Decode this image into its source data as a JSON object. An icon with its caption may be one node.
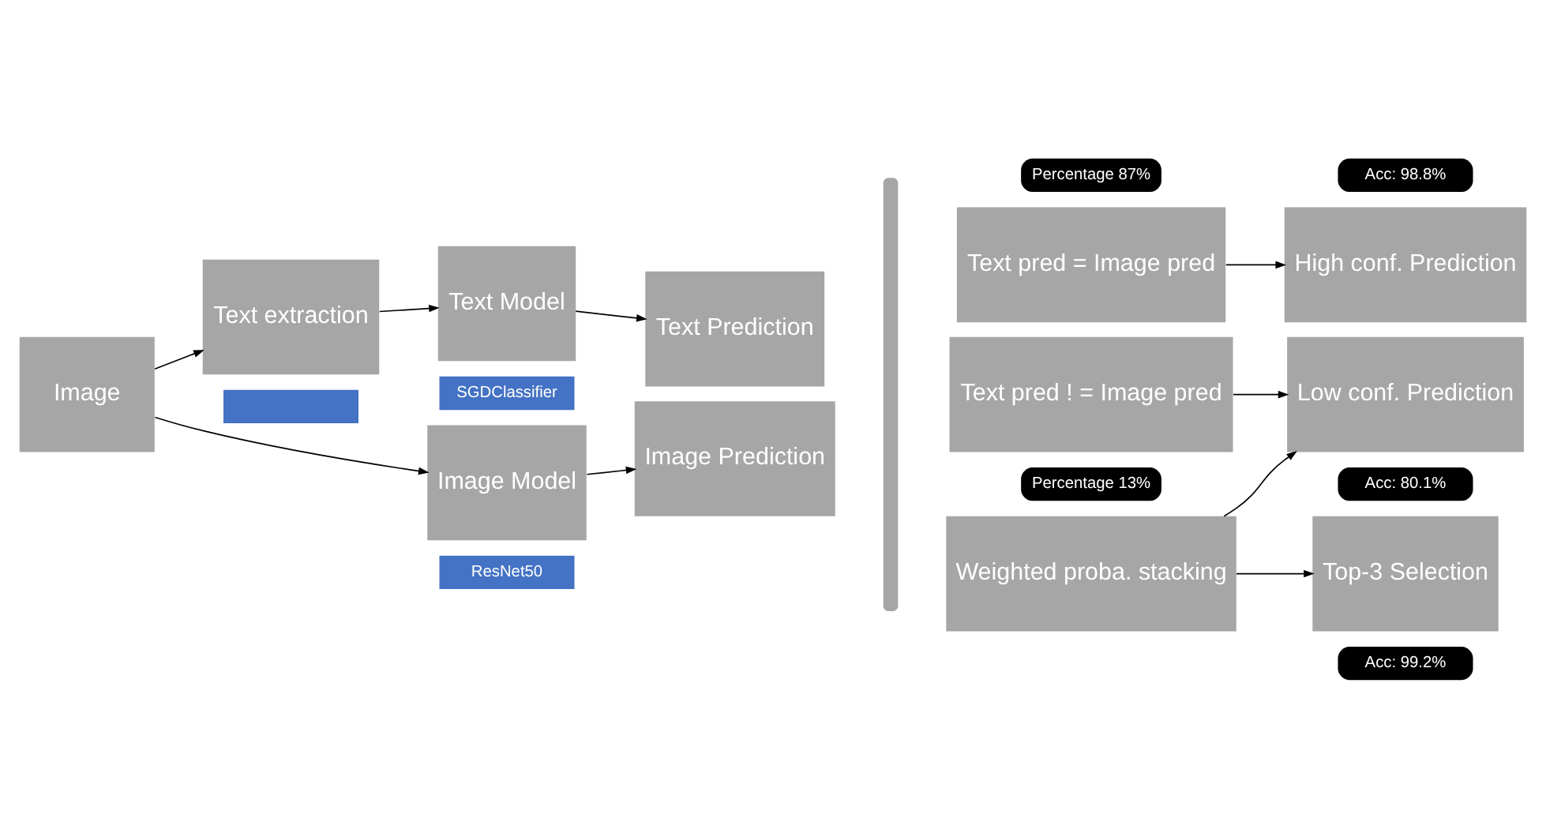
{
  "diagram": {
    "nodes": [
      {
        "text": [
          "Image"
        ]
      },
      {
        "text": [
          "Text extraction"
        ]
      },
      {
        "text": [],
        "shape": "box"
      },
      {
        "text": [
          "Text Model"
        ]
      },
      {
        "text": [
          "SGDClassifier"
        ]
      },
      {
        "text": [
          "Text Prediction"
        ]
      },
      {
        "text": [
          "Image Model"
        ]
      },
      {
        "text": [
          "ResNet50"
        ]
      },
      {
        "text": [
          "Image Prediction"
        ]
      },
      {
        "text": [],
        "shape": "bar"
      },
      {
        "text": [
          "Percentage 87%"
        ]
      },
      {
        "text": [
          "Text pred = Image pred"
        ]
      },
      {
        "text": [
          "Text pred ! = Image pred"
        ]
      },
      {
        "text": [
          "Percentage 13%"
        ]
      },
      {
        "text": [
          "Weighted proba. stacking"
        ]
      },
      {
        "text": [
          "Acc: 98.8%"
        ]
      },
      {
        "text": [
          "High conf. Prediction"
        ]
      },
      {
        "text": [
          "Low conf. Prediction"
        ]
      },
      {
        "text": [
          "Acc: 80.1%"
        ]
      },
      {
        "text": [
          "Top-3 Selection"
        ]
      },
      {
        "text": [
          "Acc: 99.2%"
        ]
      }
    ],
    "edges": [
      {
        "from": 0,
        "to": 1,
        "arrow": "to"
      },
      {
        "from": 1,
        "to": 3,
        "arrow": "to"
      },
      {
        "from": 3,
        "to": 5,
        "arrow": "to"
      },
      {
        "from": 0,
        "to": 6,
        "arrow": "to"
      },
      {
        "from": 6,
        "to": 8,
        "arrow": "to"
      },
      {
        "from": 11,
        "to": 16,
        "arrow": "to"
      },
      {
        "from": 12,
        "to": 17,
        "arrow": "to"
      },
      {
        "from": 14,
        "to": 17,
        "arrow": "to"
      },
      {
        "from": 14,
        "to": 19,
        "arrow": "to"
      }
    ]
  }
}
